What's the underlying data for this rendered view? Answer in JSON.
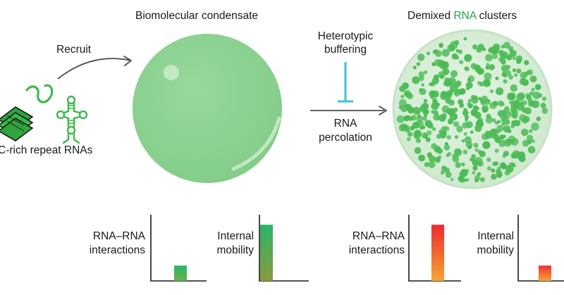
{
  "labels": {
    "condensate_title": "Biomolecular condensate",
    "demixed_pre": "Demixed ",
    "demixed_rna": "RNA",
    "demixed_post": " clusters",
    "recruit": "Recruit",
    "repeat_rnas": "C-rich repeat RNAs",
    "heterotypic": "Heterotypic",
    "buffering": "buffering",
    "rna": "RNA",
    "percolation": "percolation"
  },
  "bar_panels": [
    {
      "line1": "RNA–RNA",
      "line2": "interactions",
      "level": 0.26,
      "top_color": "#2bb56a",
      "bottom_color": "#6ab04c"
    },
    {
      "line1": "Internal",
      "line2": "mobility",
      "level": 0.95,
      "top_color": "#2bb56a",
      "bottom_color": "#8a9a3c"
    },
    {
      "line1": "RNA–RNA",
      "line2": "interactions",
      "level": 0.95,
      "top_color": "#ee2a30",
      "bottom_color": "#f6a431"
    },
    {
      "line1": "Internal",
      "line2": "mobility",
      "level": 0.26,
      "top_color": "#ee3330",
      "bottom_color": "#f7a431"
    }
  ],
  "colors": {
    "droplet": "#8fd394",
    "cluster": "#4cbb55",
    "dense_sphere_bg": "#ddf0dc",
    "inhibition": "#38c6d9",
    "arrow": "#4a4a4a"
  }
}
